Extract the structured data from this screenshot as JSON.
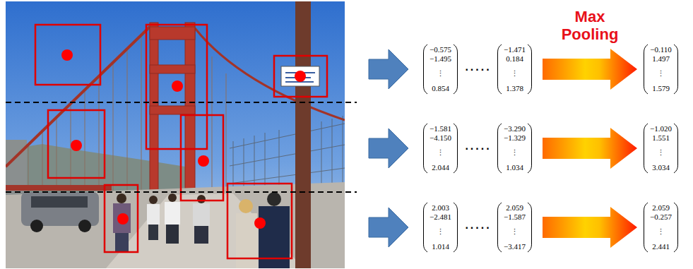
{
  "diagram": {
    "nodes": [
      {
        "text": [
          "−0.575",
          "−1.495",
          "⋮",
          "0.854"
        ]
      },
      {
        "text": [
          "−1.471",
          "0.184",
          "⋮",
          "1.378"
        ]
      },
      {
        "text": [
          "−0.110",
          "1.497",
          "⋮",
          "1.579"
        ]
      },
      {
        "text": [
          "−1.581",
          "−4.150",
          "⋮",
          "2.044"
        ]
      },
      {
        "text": [
          "−3.290",
          "−1.329",
          "⋮",
          "1.034"
        ]
      },
      {
        "text": [
          "−1.020",
          "1.551",
          "⋮",
          "3.034"
        ]
      },
      {
        "text": [
          "2.003",
          "−2.481",
          "⋮",
          "1.014"
        ]
      },
      {
        "text": [
          "2.059",
          "−1.587",
          "⋮",
          "−3.417"
        ]
      },
      {
        "text": [
          "2.059",
          "−0.257",
          "⋮",
          "2.441"
        ]
      }
    ],
    "edges": [
      {
        "from": 1,
        "to": 2,
        "arrow": "to",
        "label": "Max Pooling"
      },
      {
        "from": 4,
        "to": 5,
        "arrow": "to"
      },
      {
        "from": 7,
        "to": 8,
        "arrow": "to"
      }
    ],
    "labels": [
      ".....",
      ".....",
      "....."
    ]
  }
}
